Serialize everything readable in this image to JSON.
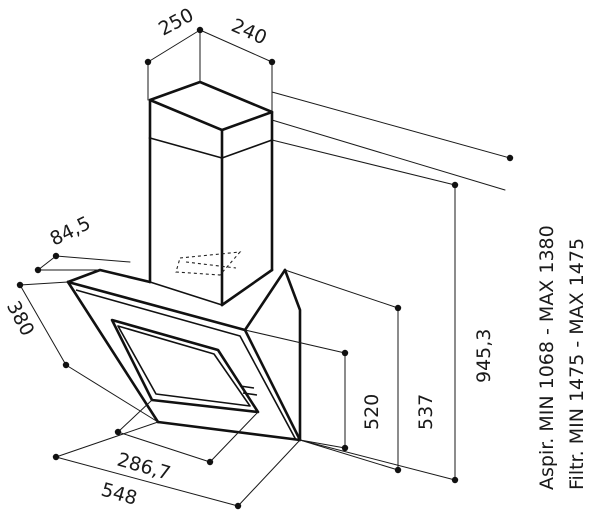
{
  "dimensions": {
    "top_depth": "250",
    "top_width": "240",
    "glass_offset": "84,5",
    "depth": "380",
    "width_glass": "286,7",
    "width_total": "548",
    "height_body": "520",
    "height_chimney_start": "537",
    "height_total": "945,3"
  },
  "notes": {
    "aspiration": "Aspir. MIN 1068 - MAX 1380",
    "filtration": "Filtr. MIN 1475 - MAX 1475"
  }
}
